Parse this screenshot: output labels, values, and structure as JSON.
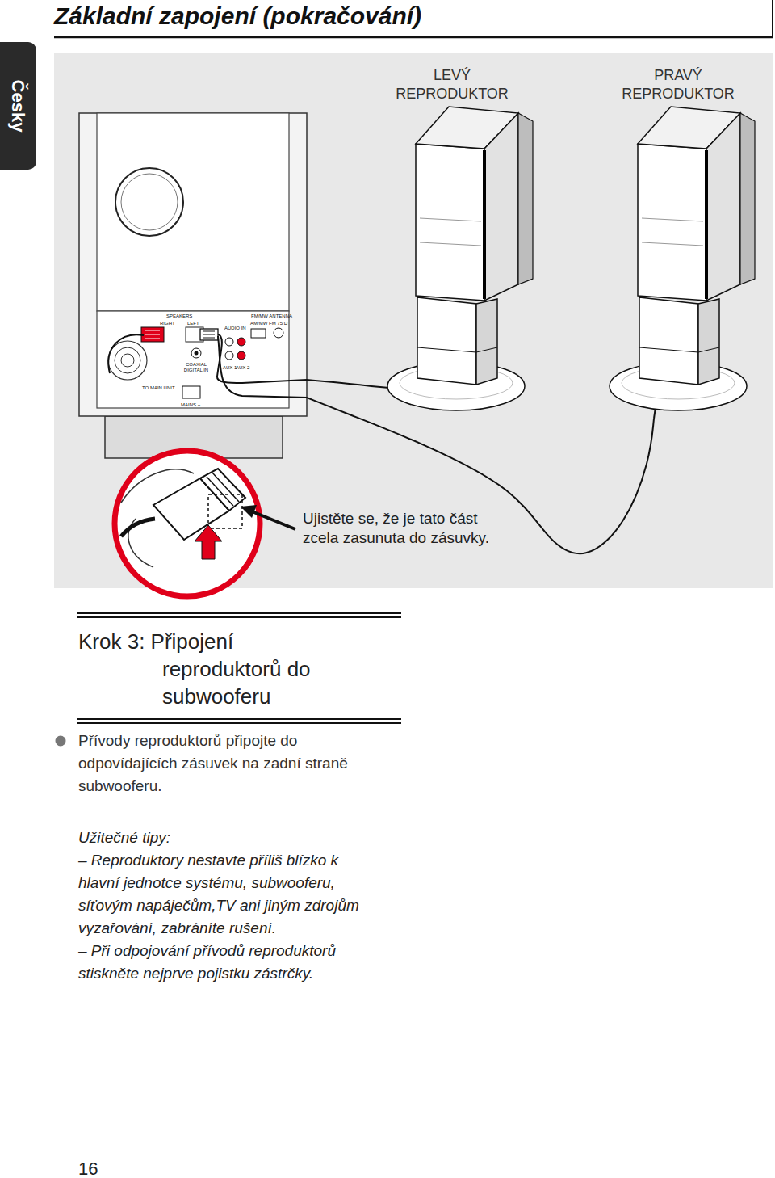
{
  "diagram": {
    "title": "Základní zapojení (pokračování)",
    "nodes": [
      {
        "text": [
          "SPEAKERS",
          "RIGHT",
          "LEFT",
          "AUDIO IN",
          "FM/MW ANTENNA",
          "AM/MW",
          "FM 75 Ω",
          "COAXIAL DIGITAL IN",
          "AUX 1",
          "AUX 2",
          "TO MAIN UNIT",
          "MAINS ~"
        ]
      },
      {
        "text": [
          "LEVÝ REPRODUKTOR"
        ]
      },
      {
        "text": [
          "PRAVÝ REPRODUKTOR"
        ]
      },
      {
        "text": [
          "Krok 3: Připojení reproduktorů do subwooferu"
        ]
      }
    ],
    "edges": [
      {
        "from": 0,
        "to": 1,
        "arrow": "none"
      },
      {
        "from": 0,
        "to": 2,
        "arrow": "none"
      }
    ],
    "labels": [
      "Česky",
      "Ujistěte se, že je tato část zcela zasunuta do zásuvky.",
      "Přívody reproduktorů připojte do odpovídajících zásuvek na zadní straně subwooferu.",
      "Užitečné tipy:",
      "– Reproduktory nestavte příliš blízko k hlavní jednotce systému, subwooferu, síťovým napáječům,TV ani jiným zdrojům vyzařování, zabráníte rušení.",
      "– Při odpojování přívodů reproduktorů stiskněte nejprve pojistku zástrčky.",
      "16"
    ]
  }
}
